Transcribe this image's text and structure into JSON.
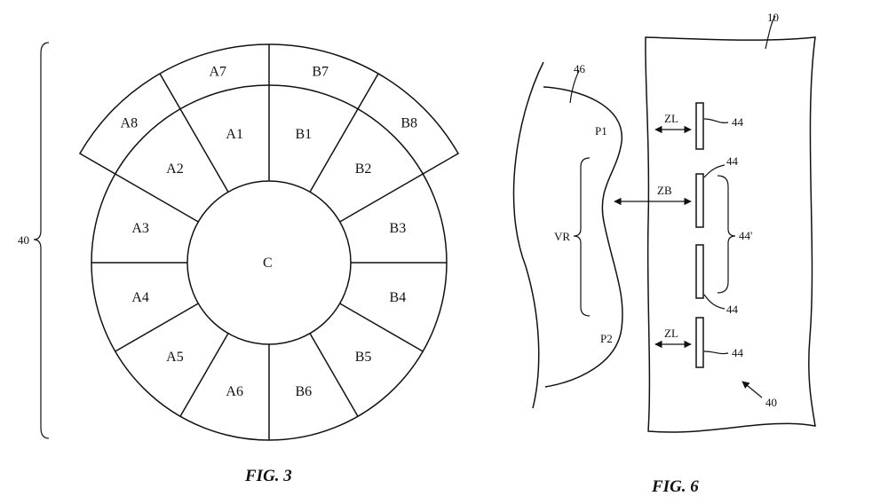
{
  "fig3": {
    "caption": "FIG. 3",
    "brace_label": "40",
    "center_label": "C",
    "inner_ring": [
      "A1",
      "A2",
      "A3",
      "A4",
      "A5",
      "A6",
      "B6",
      "B5",
      "B4",
      "B3",
      "B2",
      "B1"
    ],
    "outer_arc": [
      "A8",
      "A7",
      "B7",
      "B8"
    ]
  },
  "fig6": {
    "caption": "FIG. 6",
    "labels": {
      "ref_10": "10",
      "ref_46": "46",
      "p1": "P1",
      "p2": "P2",
      "vr": "VR",
      "zl_top": "ZL",
      "zb": "ZB",
      "zl_bottom": "ZL",
      "e44_a": "44",
      "e44_b": "44",
      "e44_group": "44'",
      "e44_c": "44",
      "e44_d": "44",
      "ref_40": "40"
    }
  }
}
